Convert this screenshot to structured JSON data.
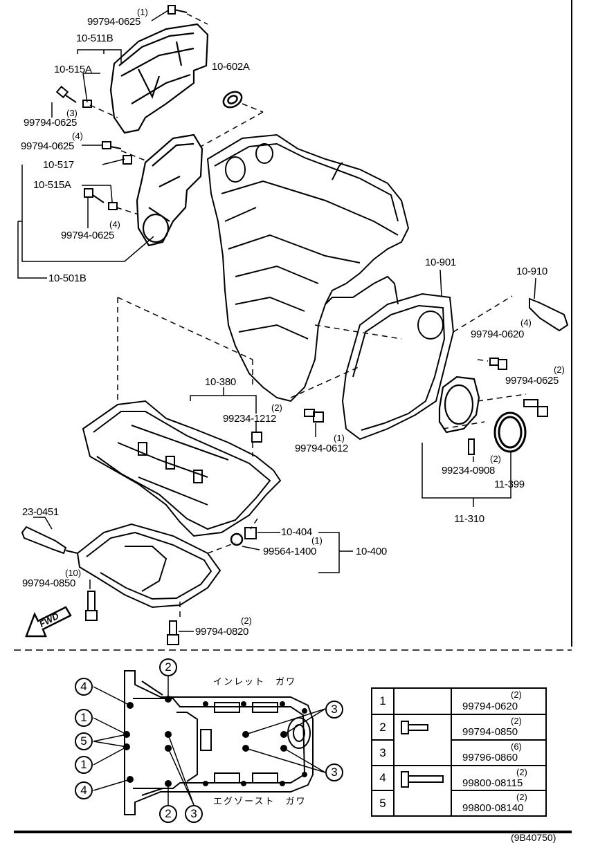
{
  "labels": {
    "p99794_0625_top": {
      "part": "99794-0625",
      "qty": "(1)"
    },
    "p10_511B": "10-511B",
    "p10_515A_1": "10-515A",
    "p99794_0625_l": {
      "part": "99794-0625",
      "qty": "(3)"
    },
    "p10_602A": "10-602A",
    "p99794_0625_m": {
      "part": "99794-0625",
      "qty": "(4)"
    },
    "p10_517": "10-517",
    "p10_515A_2": "10-515A",
    "p99794_0625_b": {
      "part": "99794-0625",
      "qty": "(4)"
    },
    "p10_501B": "10-501B",
    "p10_901": "10-901",
    "p10_910": "10-910",
    "p99794_0620": {
      "part": "99794-0620",
      "qty": "(4)"
    },
    "p99794_0625_r": {
      "part": "99794-0625",
      "qty": "(2)"
    },
    "p10_380": "10-380",
    "p99234_1212": {
      "part": "99234-1212",
      "qty": "(2)"
    },
    "p99794_0612": {
      "part": "99794-0612",
      "qty": "(1)"
    },
    "p99234_0908": {
      "part": "99234-0908",
      "qty": "(2)"
    },
    "p11_399": "11-399",
    "p11_310": "11-310",
    "p23_0451": "23-0451",
    "p10_404": "10-404",
    "p99564_1400": {
      "part": "99564-1400",
      "qty": "(1)"
    },
    "p10_400": "10-400",
    "p99794_0850": {
      "part": "99794-0850",
      "qty": "(10)"
    },
    "p99794_0820": {
      "part": "99794-0820",
      "qty": "(2)"
    },
    "fwd": "FWD"
  },
  "detail": {
    "inlet_side": "インレット　ガワ",
    "exhaust_side": "エグゾースト　ガワ",
    "callouts": {
      "left_top4": "4",
      "left_1a": "1",
      "left_5": "5",
      "left_1b": "1",
      "left_bot4": "4",
      "top2": "2",
      "bot2": "2",
      "bot3": "3",
      "right3a": "3",
      "right3b": "3"
    }
  },
  "table": {
    "rows": [
      {
        "num": "1",
        "part": "99794-0620",
        "qty": "(2)"
      },
      {
        "num": "2",
        "part": "99794-0850",
        "qty": "(2)"
      },
      {
        "num": "3",
        "part": "99796-0860",
        "qty": "(6)"
      },
      {
        "num": "4",
        "part": "99800-08115",
        "qty": "(2)"
      },
      {
        "num": "5",
        "part": "99800-08140",
        "qty": "(2)"
      }
    ]
  },
  "footer_code": "(9B40750)"
}
